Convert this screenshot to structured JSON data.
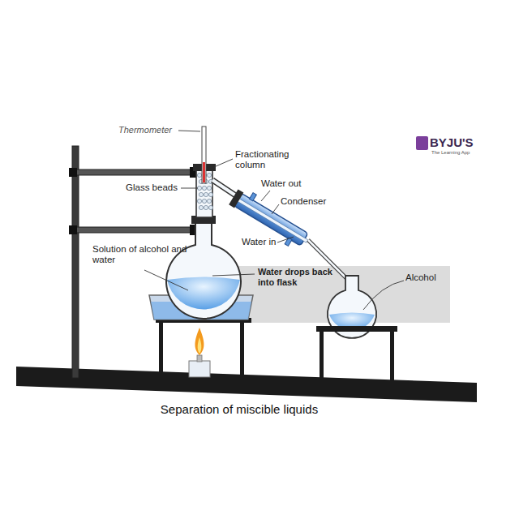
{
  "diagram": {
    "caption": "Separation of miscible liquids",
    "labels": [
      "Thermometer",
      "Fractionating column",
      "Glass beads",
      "Water out",
      "Condenser",
      "Water in",
      "Solution of alcohol and water",
      "Water drops back into flask",
      "Alcohol",
      "BYJU'S",
      "The Learning App"
    ]
  }
}
